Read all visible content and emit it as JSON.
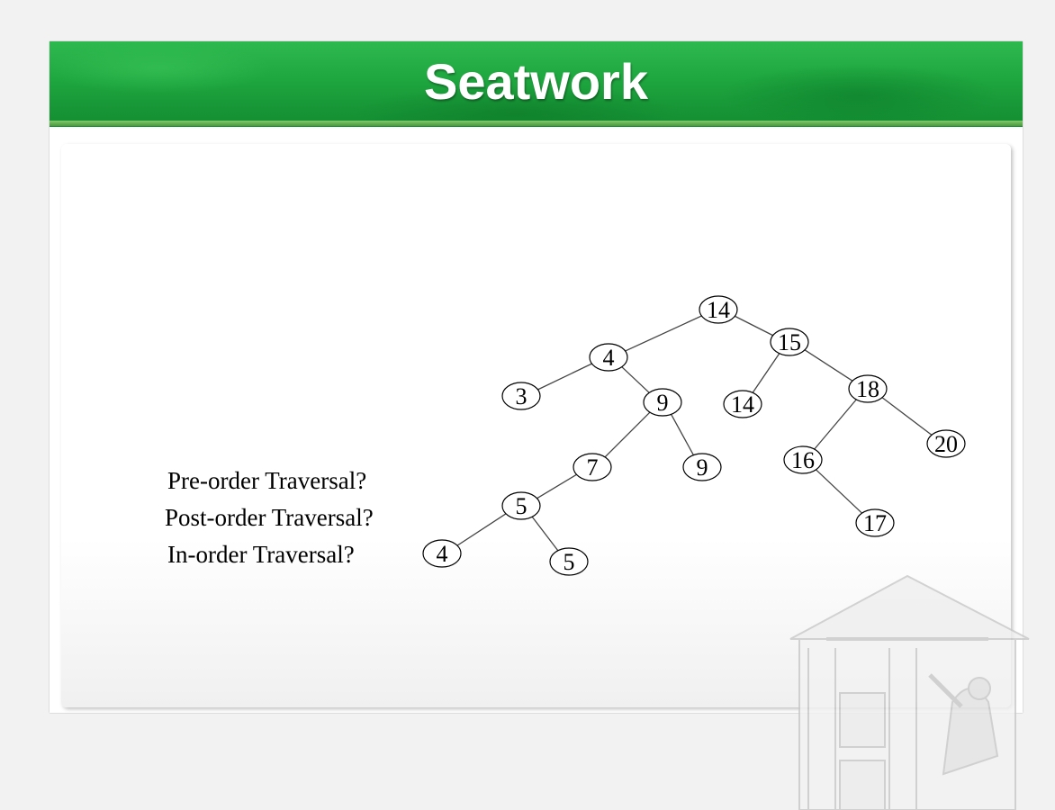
{
  "slide": {
    "title": "Seatwork"
  },
  "questions": [
    "Pre-order Traversal?",
    "Post-order Traversal?",
    "In-order Traversal?"
  ],
  "tree": {
    "nodes": [
      {
        "id": "n14",
        "label": "14"
      },
      {
        "id": "n4",
        "label": "4"
      },
      {
        "id": "n15",
        "label": "15"
      },
      {
        "id": "n3",
        "label": "3"
      },
      {
        "id": "n9a",
        "label": "9"
      },
      {
        "id": "n14b",
        "label": "14"
      },
      {
        "id": "n18",
        "label": "18"
      },
      {
        "id": "n7",
        "label": "7"
      },
      {
        "id": "n9b",
        "label": "9"
      },
      {
        "id": "n16",
        "label": "16"
      },
      {
        "id": "n20",
        "label": "20"
      },
      {
        "id": "n5a",
        "label": "5"
      },
      {
        "id": "n17",
        "label": "17"
      },
      {
        "id": "n4b",
        "label": "4"
      },
      {
        "id": "n5b",
        "label": "5"
      }
    ],
    "edges": [
      [
        "n14",
        "n4"
      ],
      [
        "n14",
        "n15"
      ],
      [
        "n4",
        "n3"
      ],
      [
        "n4",
        "n9a"
      ],
      [
        "n15",
        "n14b"
      ],
      [
        "n15",
        "n18"
      ],
      [
        "n9a",
        "n7"
      ],
      [
        "n9a",
        "n9b"
      ],
      [
        "n18",
        "n16"
      ],
      [
        "n18",
        "n20"
      ],
      [
        "n7",
        "n5a"
      ],
      [
        "n16",
        "n17"
      ],
      [
        "n5a",
        "n4b"
      ],
      [
        "n5a",
        "n5b"
      ]
    ]
  },
  "background_image": "la-salle-building-watermark"
}
